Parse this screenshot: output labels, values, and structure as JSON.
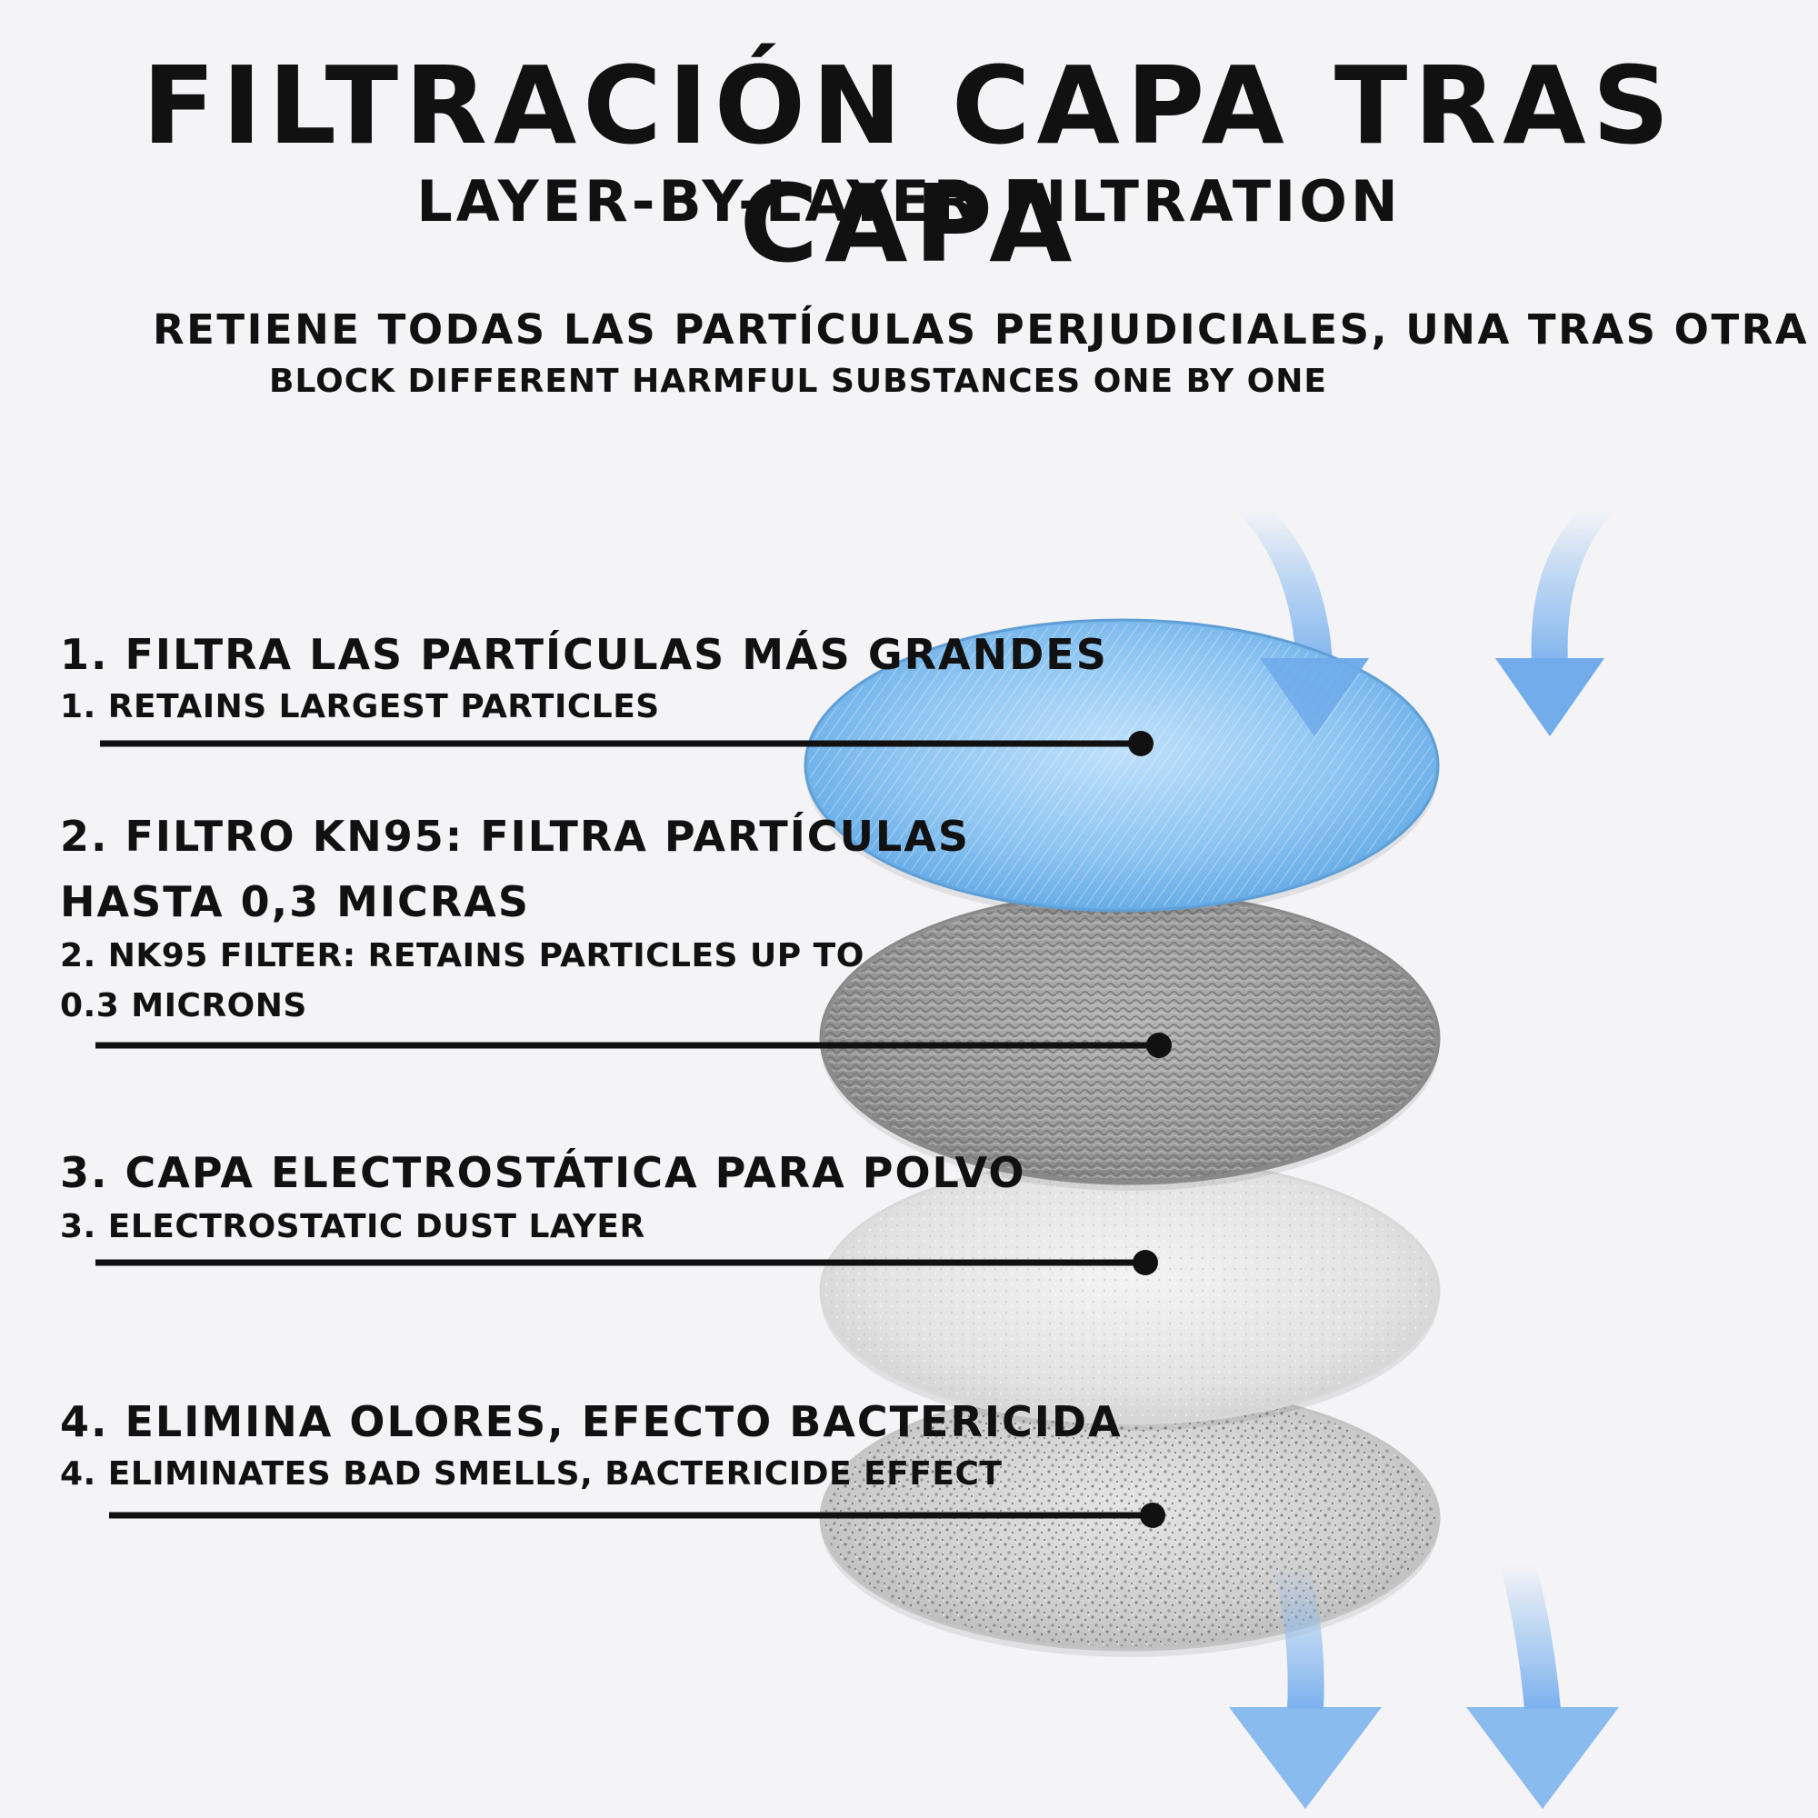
{
  "header": {
    "title_es": "FILTRACIÓN CAPA TRAS CAPA",
    "title_en": "LAYER-BY-LAYER FILTRATION",
    "subtitle_es": "RETIENE TODAS LAS PARTÍCULAS PERJUDICIALES, UNA TRAS OTRA",
    "subtitle_en": "BLOCK DIFFERENT HARMFUL SUBSTANCES ONE BY ONE"
  },
  "layers": [
    {
      "label_es": [
        "1. FILTRA LAS PARTÍCULAS MÁS GRANDES"
      ],
      "label_en": [
        "1. RETAINS LARGEST PARTICLES"
      ],
      "texture": "blue-mesh"
    },
    {
      "label_es": [
        "2. FILTRO KN95: FILTRA PARTÍCULAS",
        "HASTA 0,3 MICRAS"
      ],
      "label_en": [
        "2. NK95 FILTER: RETAINS PARTICLES UP TO",
        "0.3 MICRONS"
      ],
      "texture": "grey-woven"
    },
    {
      "label_es": [
        "3. CAPA ELECTROSTÁTICA PARA POLVO"
      ],
      "label_en": [
        "3. ELECTROSTATIC DUST LAYER"
      ],
      "texture": "light-grey-felt"
    },
    {
      "label_es": [
        "4. ELIMINA OLORES, EFECTO BACTERICIDA"
      ],
      "label_en": [
        "4. ELIMINATES BAD SMELLS, BACTERICIDE EFFECT"
      ],
      "texture": "speckled-carbon"
    }
  ],
  "colors": {
    "background": "#f4f4f6",
    "text": "#111111",
    "airflow_arrow": "#8fbdf0",
    "layer_blue": "#7db9ec",
    "layer_grey": "#9a9a9a",
    "layer_light": "#e6e6e6",
    "layer_speckle": "#cfcfcf"
  }
}
